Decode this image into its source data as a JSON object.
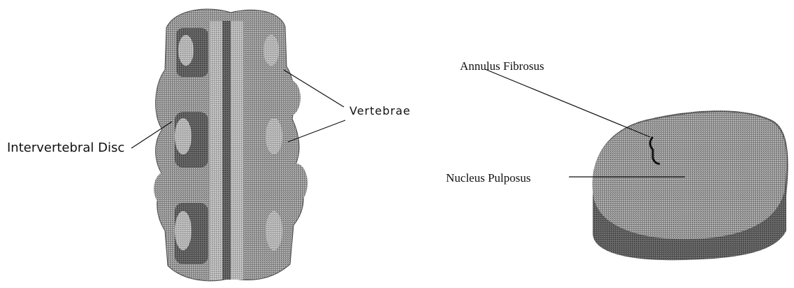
{
  "labels": {
    "vertebrae": "Vertebrae",
    "intervertebral_disc": "Intervertebral Disc",
    "annulus_fibrosus": "Annulus Fibrosus",
    "nucleus_pulposus": "Nucleus Pulposus"
  },
  "colors": {
    "bone": "#9a9a9a",
    "bone_dark": "#6a6a6a",
    "bone_shadow": "#4a4a4a",
    "disc_top": "#a8a8a8",
    "disc_side": "#8c8c8c",
    "line": "#111111"
  }
}
